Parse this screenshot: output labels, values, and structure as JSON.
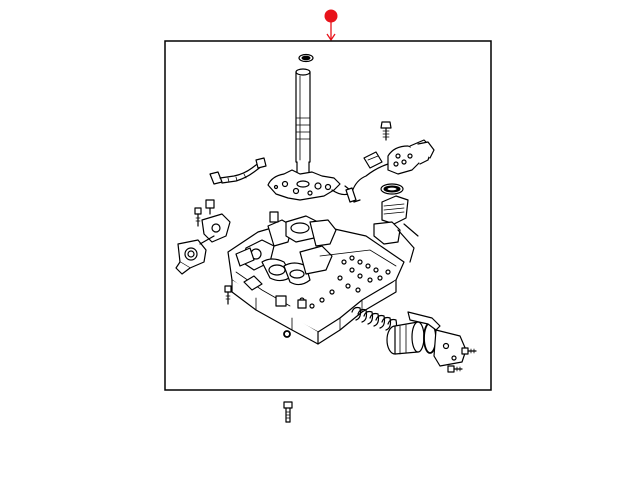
{
  "diagram": {
    "callout_marker_color": "#e8131b",
    "line_color": "#000000",
    "background_color": "#ffffff",
    "parts": [
      "marker-pin-icon",
      "shaft-assembly",
      "separator-plate",
      "top-bolt",
      "wiring-harness-connector",
      "solenoid-pack",
      "sensor-connector",
      "left-wiring-harness",
      "left-bolt",
      "left-solenoid",
      "valve-body",
      "accumulator-spring",
      "accumulator-piston",
      "retainer-plate",
      "small-bolts",
      "detached-bolt"
    ]
  }
}
